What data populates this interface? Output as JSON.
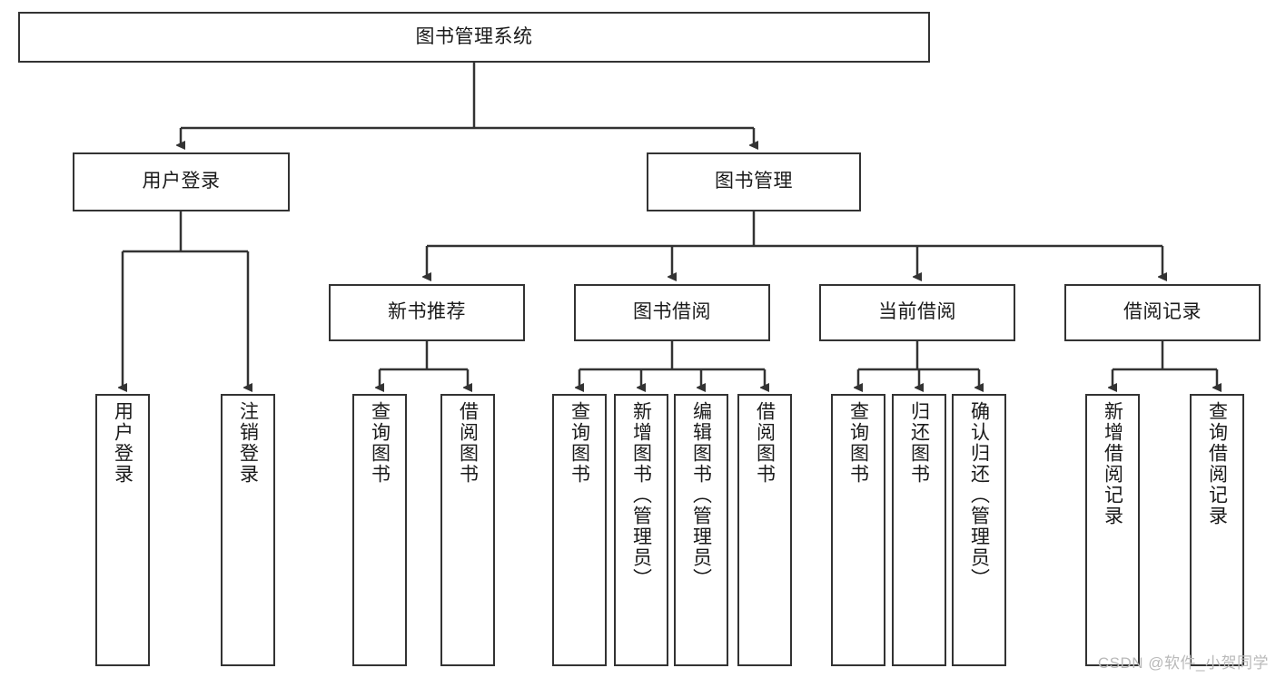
{
  "diagram": {
    "title": "图书管理系统",
    "watermark": "CSDN @软件_小贺同学",
    "colors": {
      "background": "#ffffff",
      "node_border": "#333333",
      "node_fill": "#ffffff",
      "edge": "#333333",
      "text": "#1a1a1a",
      "watermark": "#b9b9b9"
    },
    "root": {
      "label": "图书管理系统"
    },
    "level2": [
      {
        "label": "用户登录"
      },
      {
        "label": "图书管理"
      }
    ],
    "level3": [
      {
        "label": "新书推荐"
      },
      {
        "label": "图书借阅"
      },
      {
        "label": "当前借阅"
      },
      {
        "label": "借阅记录"
      }
    ],
    "leaves": {
      "user_login": [
        {
          "label": "用户登录"
        },
        {
          "label": "注销登录"
        }
      ],
      "new_book_recommend": [
        {
          "label": "查询图书"
        },
        {
          "label": "借阅图书"
        }
      ],
      "book_borrow": [
        {
          "label": "查询图书"
        },
        {
          "label": "新增图书（管理员）"
        },
        {
          "label": "编辑图书（管理员）"
        },
        {
          "label": "借阅图书"
        }
      ],
      "current_borrow": [
        {
          "label": "查询图书"
        },
        {
          "label": "归还图书"
        },
        {
          "label": "确认归还（管理员）"
        }
      ],
      "borrow_record": [
        {
          "label": "新增借阅记录"
        },
        {
          "label": "查询借阅记录"
        }
      ]
    }
  }
}
